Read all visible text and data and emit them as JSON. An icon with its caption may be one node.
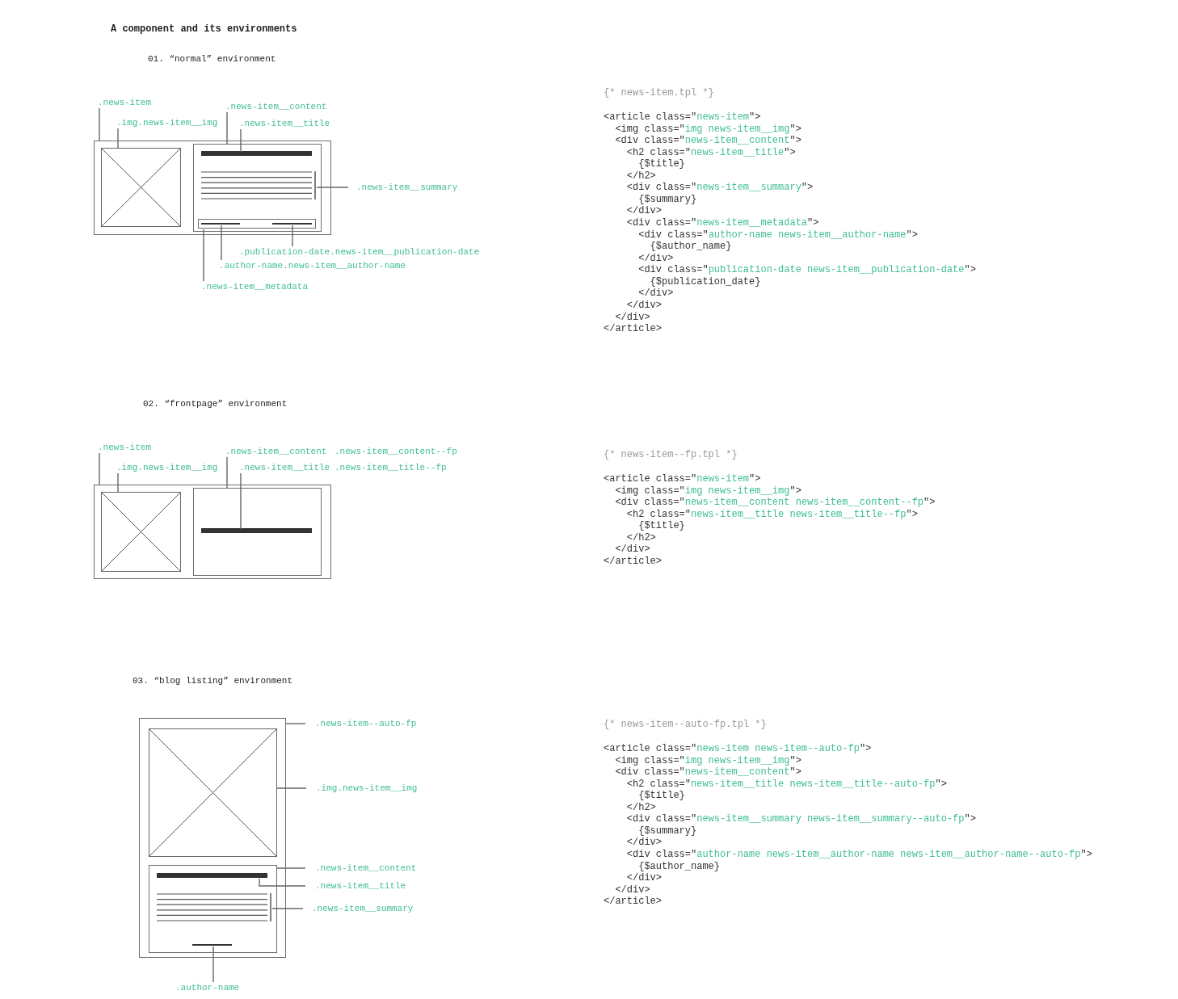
{
  "diagram": {
    "title": "A component and its environments",
    "nodes": [
      {
        "text": [],
        "shape": "box"
      },
      {
        "text": [],
        "shape": "box",
        "in": 0
      },
      {
        "text": [],
        "shape": "box",
        "in": 0
      },
      {
        "text": [],
        "shape": "bar",
        "in": 2
      },
      {
        "text": [],
        "shape": "lines",
        "in": 2
      },
      {
        "text": [],
        "shape": "box",
        "in": 2
      },
      {
        "text": [],
        "shape": "bar",
        "in": 5
      },
      {
        "text": [],
        "shape": "bar",
        "in": 5
      },
      {
        "text": [
          ".news-item"
        ]
      },
      {
        "text": [
          ".img.news-item__img"
        ]
      },
      {
        "text": [
          ".news-item__content"
        ]
      },
      {
        "text": [
          ".news-item__title"
        ]
      },
      {
        "text": [
          ".news-item__summary"
        ]
      },
      {
        "text": [
          ".publication-date.news-item__publication-date"
        ]
      },
      {
        "text": [
          ".author-name.news-item__author-name"
        ]
      },
      {
        "text": [
          ".news-item__metadata"
        ]
      },
      {
        "text": [],
        "shape": "box"
      },
      {
        "text": [],
        "shape": "box",
        "in": 16
      },
      {
        "text": [],
        "shape": "box",
        "in": 16
      },
      {
        "text": [],
        "shape": "bar",
        "in": 18
      },
      {
        "text": [
          ".news-item"
        ]
      },
      {
        "text": [
          ".img.news-item__img"
        ]
      },
      {
        "text": [
          ".news-item__content"
        ],
        "beside": [
          ".news-item__content--fp"
        ]
      },
      {
        "text": [
          ".news-item__title"
        ],
        "beside": [
          ".news-item__title--fp"
        ]
      },
      {
        "text": [],
        "shape": "box"
      },
      {
        "text": [],
        "shape": "box",
        "in": 24
      },
      {
        "text": [],
        "shape": "box",
        "in": 24
      },
      {
        "text": [],
        "shape": "bar",
        "in": 26
      },
      {
        "text": [],
        "shape": "lines",
        "in": 26
      },
      {
        "text": [],
        "shape": "bar",
        "in": 26
      },
      {
        "text": [
          ".news-item--auto-fp"
        ]
      },
      {
        "text": [
          ".img.news-item__img"
        ]
      },
      {
        "text": [
          ".news-item__content"
        ]
      },
      {
        "text": [
          ".news-item__title"
        ]
      },
      {
        "text": [
          ".news-item__summary"
        ]
      },
      {
        "text": [
          ".author-name"
        ]
      }
    ],
    "edges": [
      {
        "from": 8,
        "to": 0,
        "arrow": "none"
      },
      {
        "from": 9,
        "to": 1,
        "arrow": "none"
      },
      {
        "from": 10,
        "to": 2,
        "arrow": "none"
      },
      {
        "from": 11,
        "to": 3,
        "arrow": "none"
      },
      {
        "from": 12,
        "to": 4,
        "arrow": "none"
      },
      {
        "from": 13,
        "to": 7,
        "arrow": "none"
      },
      {
        "from": 14,
        "to": 6,
        "arrow": "none"
      },
      {
        "from": 15,
        "to": 5,
        "arrow": "none"
      },
      {
        "from": 20,
        "to": 16,
        "arrow": "none"
      },
      {
        "from": 21,
        "to": 17,
        "arrow": "none"
      },
      {
        "from": 22,
        "to": 18,
        "arrow": "none"
      },
      {
        "from": 23,
        "to": 19,
        "arrow": "none"
      },
      {
        "from": 30,
        "to": 24,
        "arrow": "none"
      },
      {
        "from": 31,
        "to": 25,
        "arrow": "none"
      },
      {
        "from": 32,
        "to": 26,
        "arrow": "none"
      },
      {
        "from": 33,
        "to": 27,
        "arrow": "none"
      },
      {
        "from": 34,
        "to": 28,
        "arrow": "none"
      },
      {
        "from": 35,
        "to": 29,
        "arrow": "none"
      }
    ],
    "labels": [
      "01. “normal” environment",
      "{* news-item.tpl *}",
      "<article class=\"news-item\">",
      "<img class=\"img news-item__img\">",
      "<div class=\"news-item__content\">",
      "<h2 class=\"news-item__title\">",
      "{$title}",
      "</h2>",
      "<div class=\"news-item__summary\">",
      "{$summary}",
      "</div>",
      "<div class=\"news-item__metadata\">",
      "<div class=\"author-name news-item__author-name\">",
      "{$author_name}",
      "</div>",
      "<div class=\"publication-date news-item__publication-date\">",
      "{$publication_date}",
      "</div>",
      "</div>",
      "</div>",
      "</article>",
      "02. “frontpage” environment",
      "{* news-item--fp.tpl *}",
      "<article class=\"news-item\">",
      "<img class=\"img news-item__img\">",
      "<div class=\"news-item__content news-item__content--fp\">",
      "<h2 class=\"news-item__title news-item__title--fp\">",
      "{$title}",
      "</h2>",
      "</div>",
      "</article>",
      "03. “blog listing” environment",
      "{* news-item--auto-fp.tpl *}",
      "<article class=\"news-item news-item--auto-fp\">",
      "<img class=\"img news-item__img\">",
      "<div class=\"news-item__content\">",
      "<h2 class=\"news-item__title news-item__title--auto-fp\">",
      "{$title}",
      "</h2>",
      "<div class=\"news-item__summary news-item__summary--auto-fp\">",
      "{$summary}",
      "</div>",
      "<div class=\"author-name news-item__author-name news-item__author-name--auto-fp\">",
      "{$author_name}",
      "</div>",
      "</div>",
      "</article>"
    ]
  }
}
